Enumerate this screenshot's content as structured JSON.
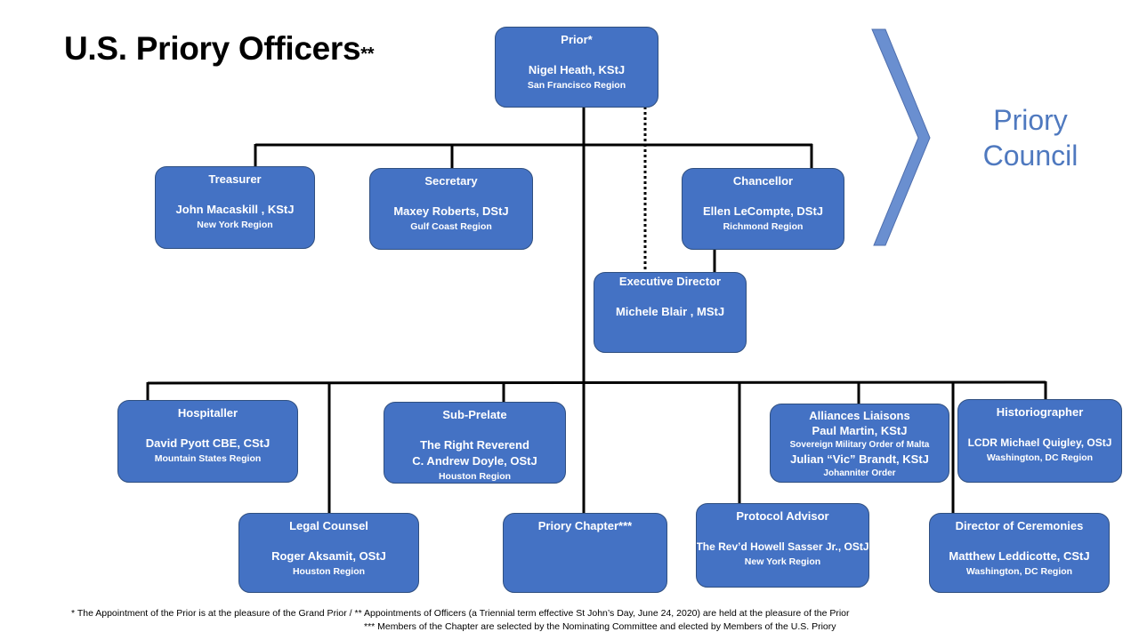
{
  "title": {
    "text": "U.S. Priory Officers",
    "suffix": "**"
  },
  "council_label": {
    "line1": "Priory",
    "line2": "Council"
  },
  "colors": {
    "box_fill": "#4472c4",
    "box_border": "#2f4f80",
    "council_text": "#4f79bf",
    "chevron_fill": "#6a8fd0"
  },
  "officers": {
    "prior": {
      "role": "Prior*",
      "name": "Nigel Heath, KStJ",
      "region": "San Francisco Region"
    },
    "treasurer": {
      "role": "Treasurer",
      "name": "John Macaskill , KStJ",
      "region": "New York Region"
    },
    "secretary": {
      "role": "Secretary",
      "name": "Maxey Roberts, DStJ",
      "region": "Gulf Coast Region"
    },
    "chancellor": {
      "role": "Chancellor",
      "name": "Ellen LeCompte, DStJ",
      "region": "Richmond Region"
    },
    "executive_director": {
      "role": "Executive Director",
      "name": "Michele Blair , MStJ"
    },
    "hospitaller": {
      "role": "Hospitaller",
      "name": "David Pyott CBE, CStJ",
      "region": "Mountain States Region"
    },
    "sub_prelate": {
      "role": "Sub-Prelate",
      "name_line1": "The Right Reverend",
      "name_line2": "C. Andrew Doyle, OStJ",
      "region": "Houston Region"
    },
    "alliances_liaisons": {
      "role": "Alliances Liaisons",
      "name1": "Paul Martin, KStJ",
      "org1": "Sovereign Military Order of Malta",
      "name2": "Julian “Vic” Brandt, KStJ",
      "org2": "Johanniter Order"
    },
    "historiographer": {
      "role": "Historiographer",
      "name": "LCDR Michael Quigley, OStJ",
      "region": "Washington, DC Region"
    },
    "legal_counsel": {
      "role": "Legal Counsel",
      "name": "Roger Aksamit, OStJ",
      "region": "Houston Region"
    },
    "priory_chapter": {
      "role": "Priory Chapter***"
    },
    "protocol_advisor": {
      "role": "Protocol Advisor",
      "name": "The Rev’d Howell Sasser Jr., OStJ",
      "region": "New York Region"
    },
    "director_of_ceremonies": {
      "role": "Director of Ceremonies",
      "name": "Matthew Leddicotte, CStJ",
      "region": "Washington, DC Region"
    }
  },
  "footnotes": {
    "line1": "*  The Appointment of the Prior is at the pleasure of the Grand Prior     /    **  Appointments of Officers (a Triennial term effective St John’s Day, June 24, 2020)  are held at the pleasure of the Prior",
    "line2": "***  Members of the Chapter are selected by the Nominating Committee and elected by Members of the U.S. Priory"
  }
}
